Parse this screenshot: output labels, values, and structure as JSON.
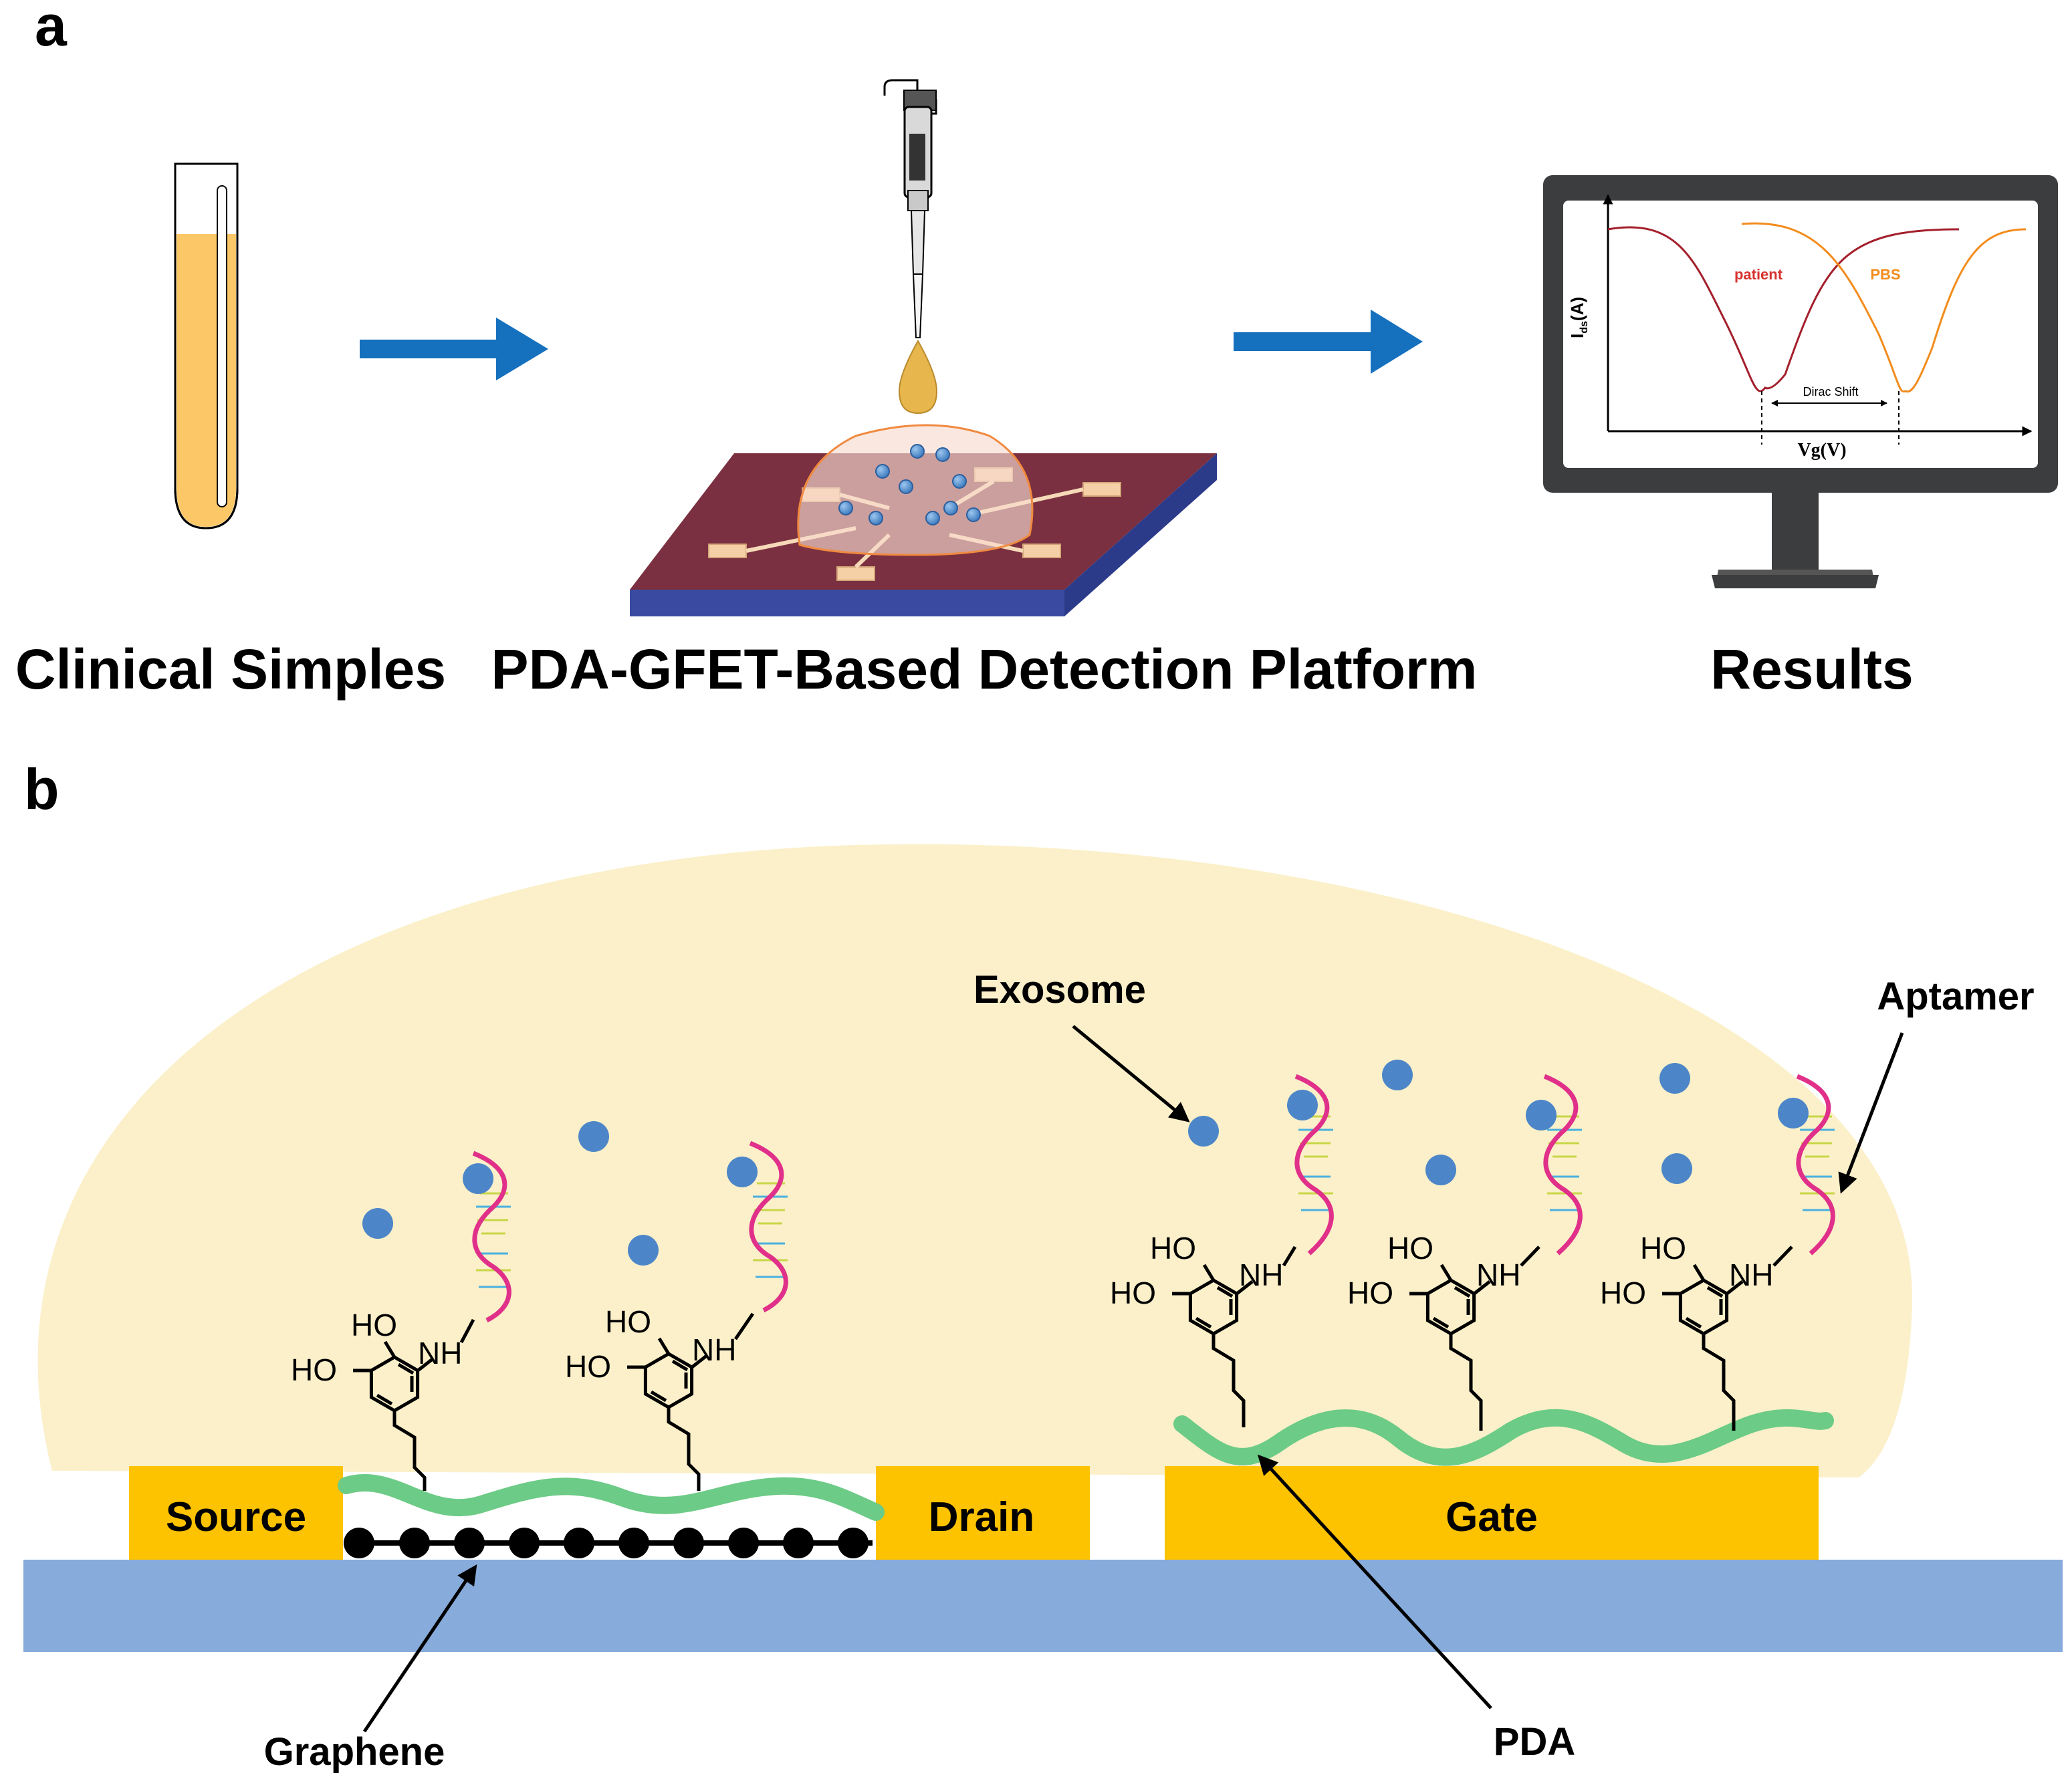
{
  "panel_a": {
    "letter": "a",
    "step1_label": "Clinical Simples",
    "step2_label": "PDA-GFET-Based Detection Platform",
    "step3_label": "Results",
    "monitor_plot": {
      "y_axis_label": "I",
      "y_axis_subscript": "ds",
      "y_axis_unit": "(A)",
      "x_axis_label": "Vg(V)",
      "curve1_label": "patient",
      "curve2_label": "PBS",
      "shift_label": "Dirac Shift"
    }
  },
  "panel_b": {
    "letter": "b",
    "source_label": "Source",
    "drain_label": "Drain",
    "gate_label": "Gate",
    "exosome_label": "Exosome",
    "aptamer_label": "Aptamer",
    "graphene_label": "Graphene",
    "pda_label": "PDA",
    "chem_ho": "HO",
    "chem_nh": "NH"
  },
  "colors": {
    "arrow_blue": "#1570be",
    "tube_fluid": "#fcc867",
    "droplet_bg": "#fbf0c9",
    "electrode": "#fdc300",
    "substrate": "#87acdb",
    "pda_green": "#6ccb86",
    "exosome": "#4d86c8",
    "aptamer": "#e0308a",
    "curve_patient": "#a41f2c",
    "curve_pbs": "#f28c1c",
    "monitor_frame": "#3b3d3f"
  }
}
